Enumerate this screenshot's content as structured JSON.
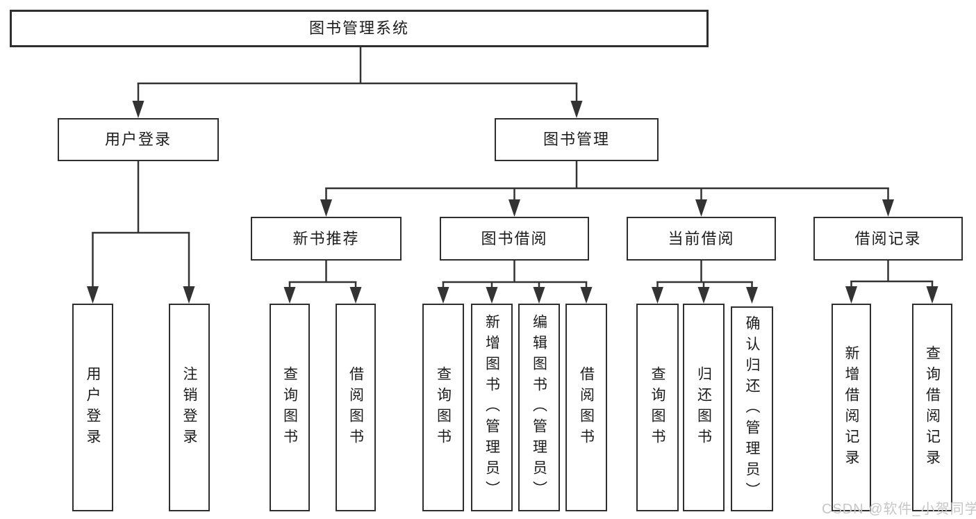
{
  "diagram": {
    "title": "图书管理系统",
    "root": {
      "label": "图书管理系统"
    },
    "user_login": {
      "label": "用户登录",
      "children": [
        {
          "label": "用户登录"
        },
        {
          "label": "注销登录"
        }
      ]
    },
    "book_management": {
      "label": "图书管理",
      "groups": [
        {
          "label": "新书推荐",
          "children": [
            {
              "label": "查询图书"
            },
            {
              "label": "借阅图书"
            }
          ]
        },
        {
          "label": "图书借阅",
          "children": [
            {
              "label": "查询图书"
            },
            {
              "label": "新增图书（管理员）"
            },
            {
              "label": "编辑图书（管理员）"
            },
            {
              "label": "借阅图书"
            }
          ]
        },
        {
          "label": "当前借阅",
          "children": [
            {
              "label": "查询图书"
            },
            {
              "label": "归还图书"
            },
            {
              "label": "确认归还（管理员）"
            }
          ]
        },
        {
          "label": "借阅记录",
          "children": [
            {
              "label": "新增借阅记录"
            },
            {
              "label": "查询借阅记录"
            }
          ]
        }
      ]
    }
  },
  "watermark": {
    "text": "CSDN @软件_小贺同学"
  },
  "colors": {
    "background": "#ffffff",
    "line": "#333333",
    "box_border": "#2e2e2e",
    "text": "#1c1c1c",
    "watermark": "#c6c6c6"
  }
}
